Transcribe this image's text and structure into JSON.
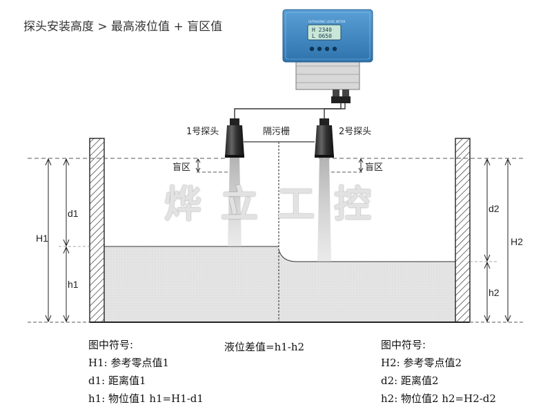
{
  "title": "探头安装高度 > 最高液位值 + 盲区值",
  "meter": {
    "brand_text": "ULTRASONIC LEVEL METER",
    "lcd_line1": "H 2340",
    "lcd_line2": "L 0650"
  },
  "labels": {
    "probe1": "1号探头",
    "probe2": "2号探头",
    "screen": "隔污栅",
    "blind_left": "盲区",
    "blind_right": "盲区",
    "H1": "H1",
    "d1": "d1",
    "h1": "h1",
    "H2": "H2",
    "d2": "d2",
    "h2": "h2"
  },
  "watermark": "烨立工控",
  "legend_left": {
    "heading": "图中符号:",
    "lines": [
      "H1: 参考零点值1",
      "d1: 距离值1",
      "h1: 物位值1   h1=H1-d1"
    ]
  },
  "legend_center": "液位差值=h1-h2",
  "legend_right": {
    "heading": "图中符号:",
    "lines": [
      "H2: 参考零点值2",
      "d2: 距离值2",
      "h2: 物位值2   h2=H2-d2"
    ]
  },
  "colors": {
    "meter_blue": "#3f86c2",
    "liquid": "#e4e4e4",
    "wall_hatch": "#222222",
    "beam": "#bdbdbd"
  }
}
